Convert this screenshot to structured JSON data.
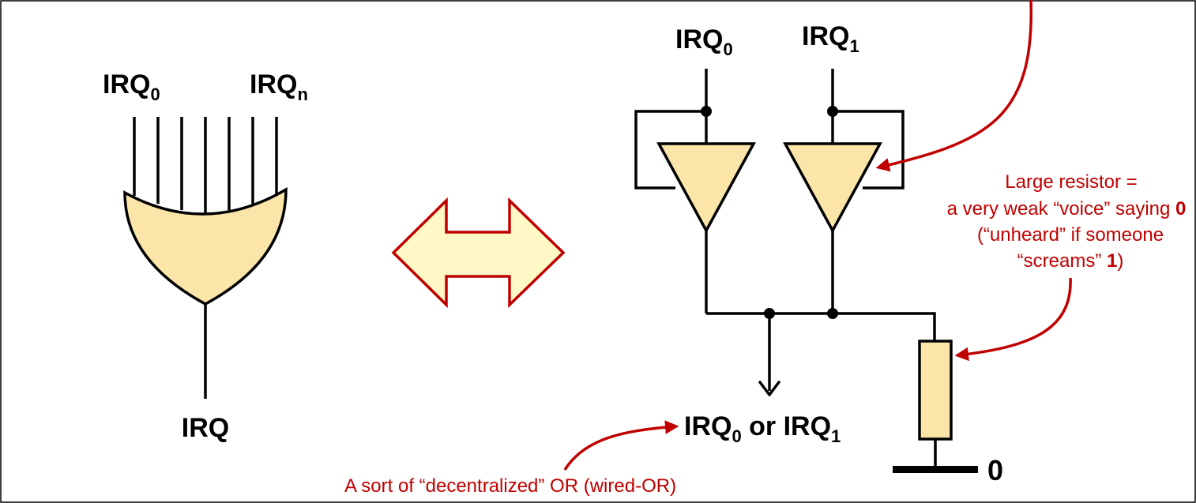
{
  "colors": {
    "wire": "#000000",
    "fill": "#fbe5a8",
    "arrow_fill": "#fdf8c6",
    "accent": "#c00000",
    "frame": "#000000"
  },
  "or_gate": {
    "input_first": {
      "base": "IRQ",
      "sub": "0"
    },
    "input_last": {
      "base": "IRQ",
      "sub": "n"
    },
    "output": "IRQ"
  },
  "wired_or": {
    "input_a": {
      "base": "IRQ",
      "sub": "0"
    },
    "input_b": {
      "base": "IRQ",
      "sub": "1"
    },
    "output": {
      "part1_base": "IRQ",
      "part1_sub": "0",
      "joiner": " or ",
      "part2_base": "IRQ",
      "part2_sub": "1"
    },
    "ground_value": "0"
  },
  "annotations": {
    "resistor": {
      "line1": "Large resistor =",
      "line2_text": "a very weak “voice” saying ",
      "line2_bold": "0",
      "line3": "(“unheard” if someone",
      "line4_text": "“screams” ",
      "line4_bold": "1",
      "line4_end": ")"
    },
    "wired_or_note": "A sort of “decentralized” OR (wired-OR)"
  }
}
